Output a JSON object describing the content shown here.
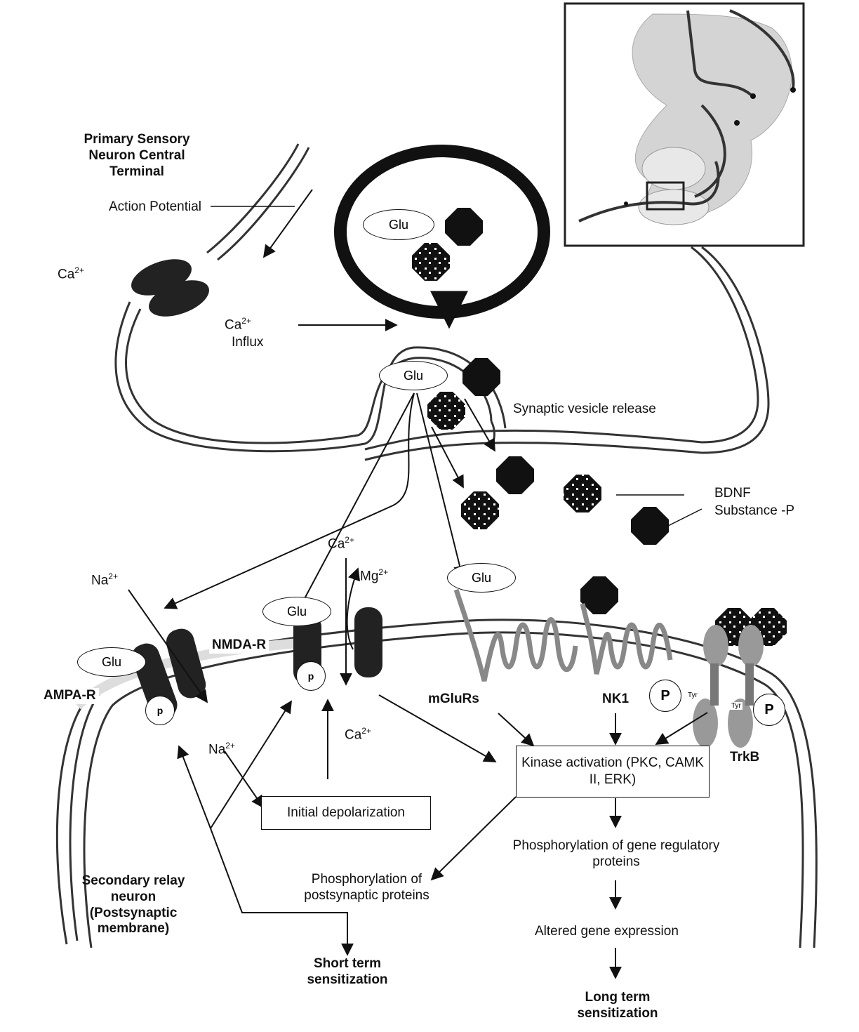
{
  "labels": {
    "primary_neuron": "Primary Sensory Neuron Central Terminal",
    "action_potential": "Action Potential",
    "ca_outside": "Ca",
    "ca_influx_a": "Ca",
    "ca_influx_b": "Influx",
    "synaptic_release": "Synaptic vesicle release",
    "bdnf": "BDNF",
    "substance_p": "Substance -P",
    "ca_channel": "Ca",
    "mg": "Mg",
    "na_top": "Na",
    "na_bottom": "Na",
    "ca_bottom": "Ca",
    "nmda": "NMDA-R",
    "ampa": "AMPA-R",
    "mglurs": "mGluRs",
    "nk1": "NK1",
    "trkb": "TrkB",
    "secondary_neuron": "Secondary relay neuron (Postsynaptic membrane)",
    "phos_post": "Phosphorylation of postsynaptic proteins",
    "phos_gene": "Phosphorylation of gene regulatory proteins",
    "altered_gene": "Altered gene expression",
    "short_term": "Short term sensitization",
    "long_term": "Long term sensitization",
    "superscript_2plus": "2+"
  },
  "molecules": {
    "glu": "Glu",
    "p_small": "p",
    "p_large": "P",
    "tyr": "Tyr"
  },
  "boxes": {
    "kinase": "Kinase activation (PKC, CAMK II, ERK)",
    "initial_depol": "Initial depolarization"
  }
}
